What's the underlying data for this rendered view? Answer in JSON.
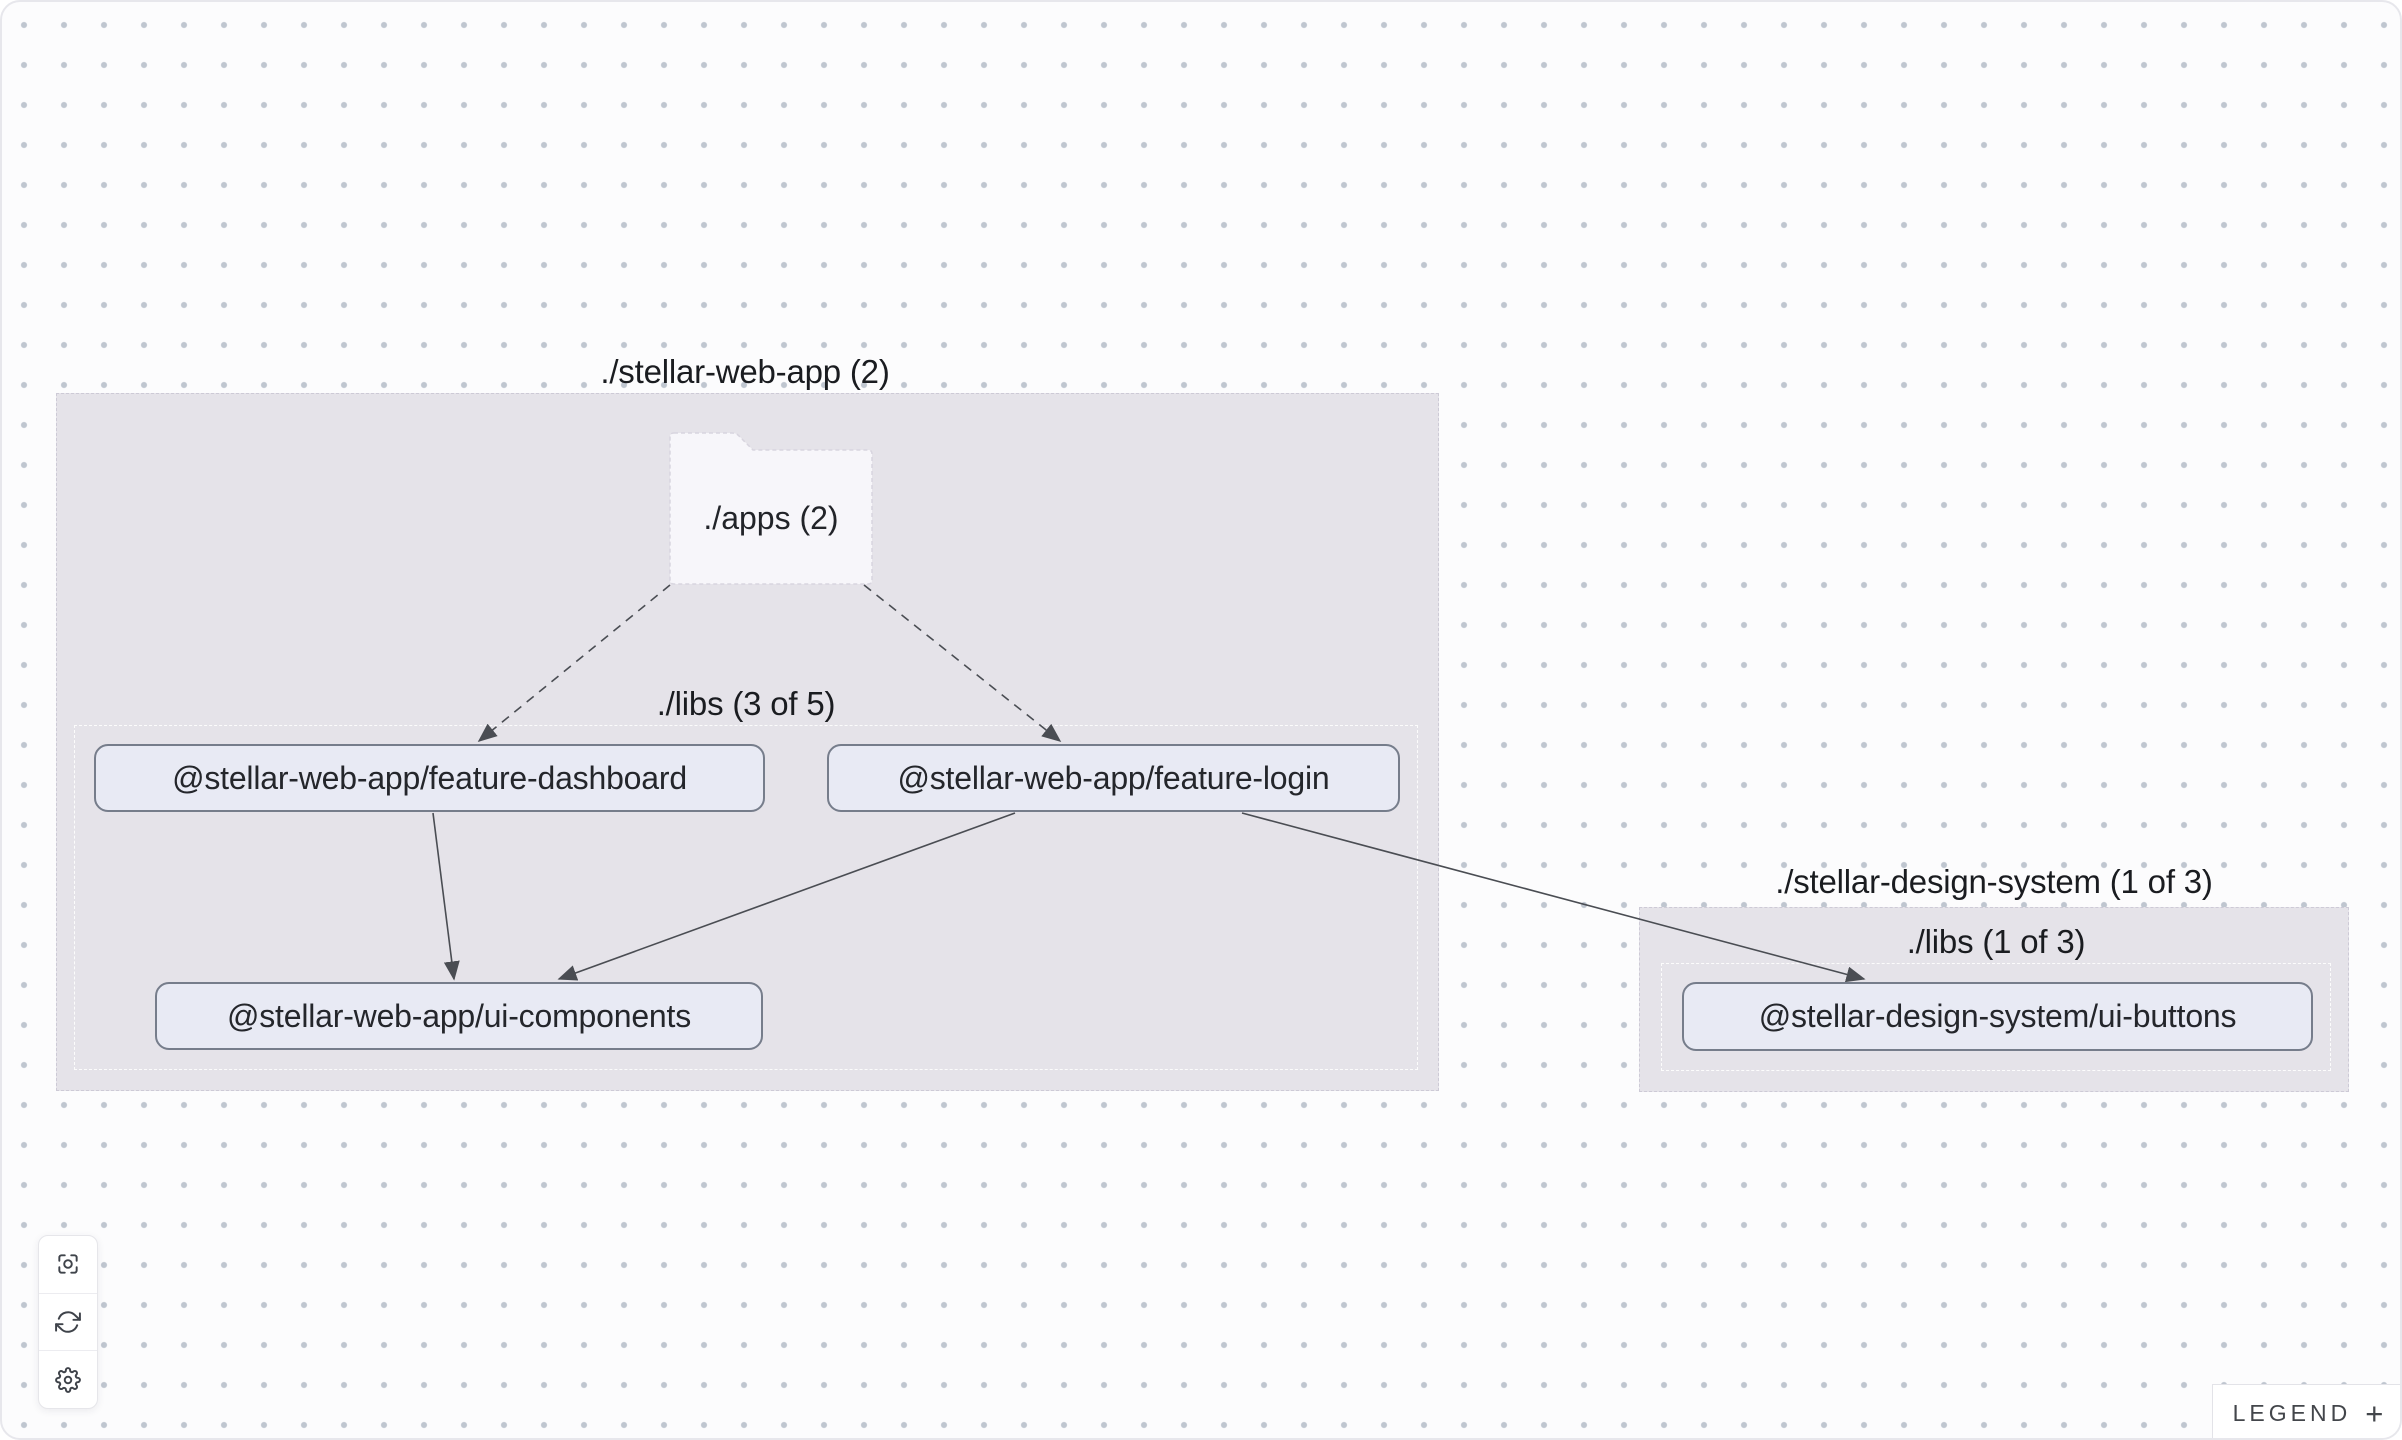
{
  "graph": {
    "groups": [
      {
        "id": "stellar-web-app",
        "label": "./stellar-web-app (2)",
        "folder": {
          "label": "./apps (2)"
        },
        "subgroup": {
          "label": "./libs (3 of 5)"
        },
        "nodes": [
          {
            "id": "feature-dashboard",
            "label": "@stellar-web-app/feature-dashboard"
          },
          {
            "id": "feature-login",
            "label": "@stellar-web-app/feature-login"
          },
          {
            "id": "ui-components",
            "label": "@stellar-web-app/ui-components"
          }
        ]
      },
      {
        "id": "stellar-design-system",
        "label": "./stellar-design-system (1 of 3)",
        "subgroup": {
          "label": "./libs (1 of 3)"
        },
        "nodes": [
          {
            "id": "ui-buttons",
            "label": "@stellar-design-system/ui-buttons"
          }
        ]
      }
    ],
    "edges": [
      {
        "source": "./apps",
        "target": "@stellar-web-app/feature-dashboard",
        "style": "dashed"
      },
      {
        "source": "./apps",
        "target": "@stellar-web-app/feature-login",
        "style": "dashed"
      },
      {
        "source": "@stellar-web-app/feature-dashboard",
        "target": "@stellar-web-app/ui-components",
        "style": "solid"
      },
      {
        "source": "@stellar-web-app/feature-login",
        "target": "@stellar-web-app/ui-components",
        "style": "solid"
      },
      {
        "source": "@stellar-web-app/feature-login",
        "target": "@stellar-design-system/ui-buttons",
        "style": "solid"
      }
    ]
  },
  "toolbar": {
    "buttons": [
      {
        "icon": "focus-icon"
      },
      {
        "icon": "refresh-icon"
      },
      {
        "icon": "gear-icon"
      }
    ]
  },
  "legend": {
    "label": "LEGEND",
    "expand_icon": "+"
  },
  "colors": {
    "canvas_bg": "#fcfcfd",
    "dot_grid": "#8c98aa",
    "group_fill": "#e5e3e9",
    "folder_fill": "#f7f6fa",
    "node_fill": "#e8eaf4",
    "node_border": "#767d8b",
    "edge": "#4a4d53",
    "text": "#1a1c20"
  }
}
